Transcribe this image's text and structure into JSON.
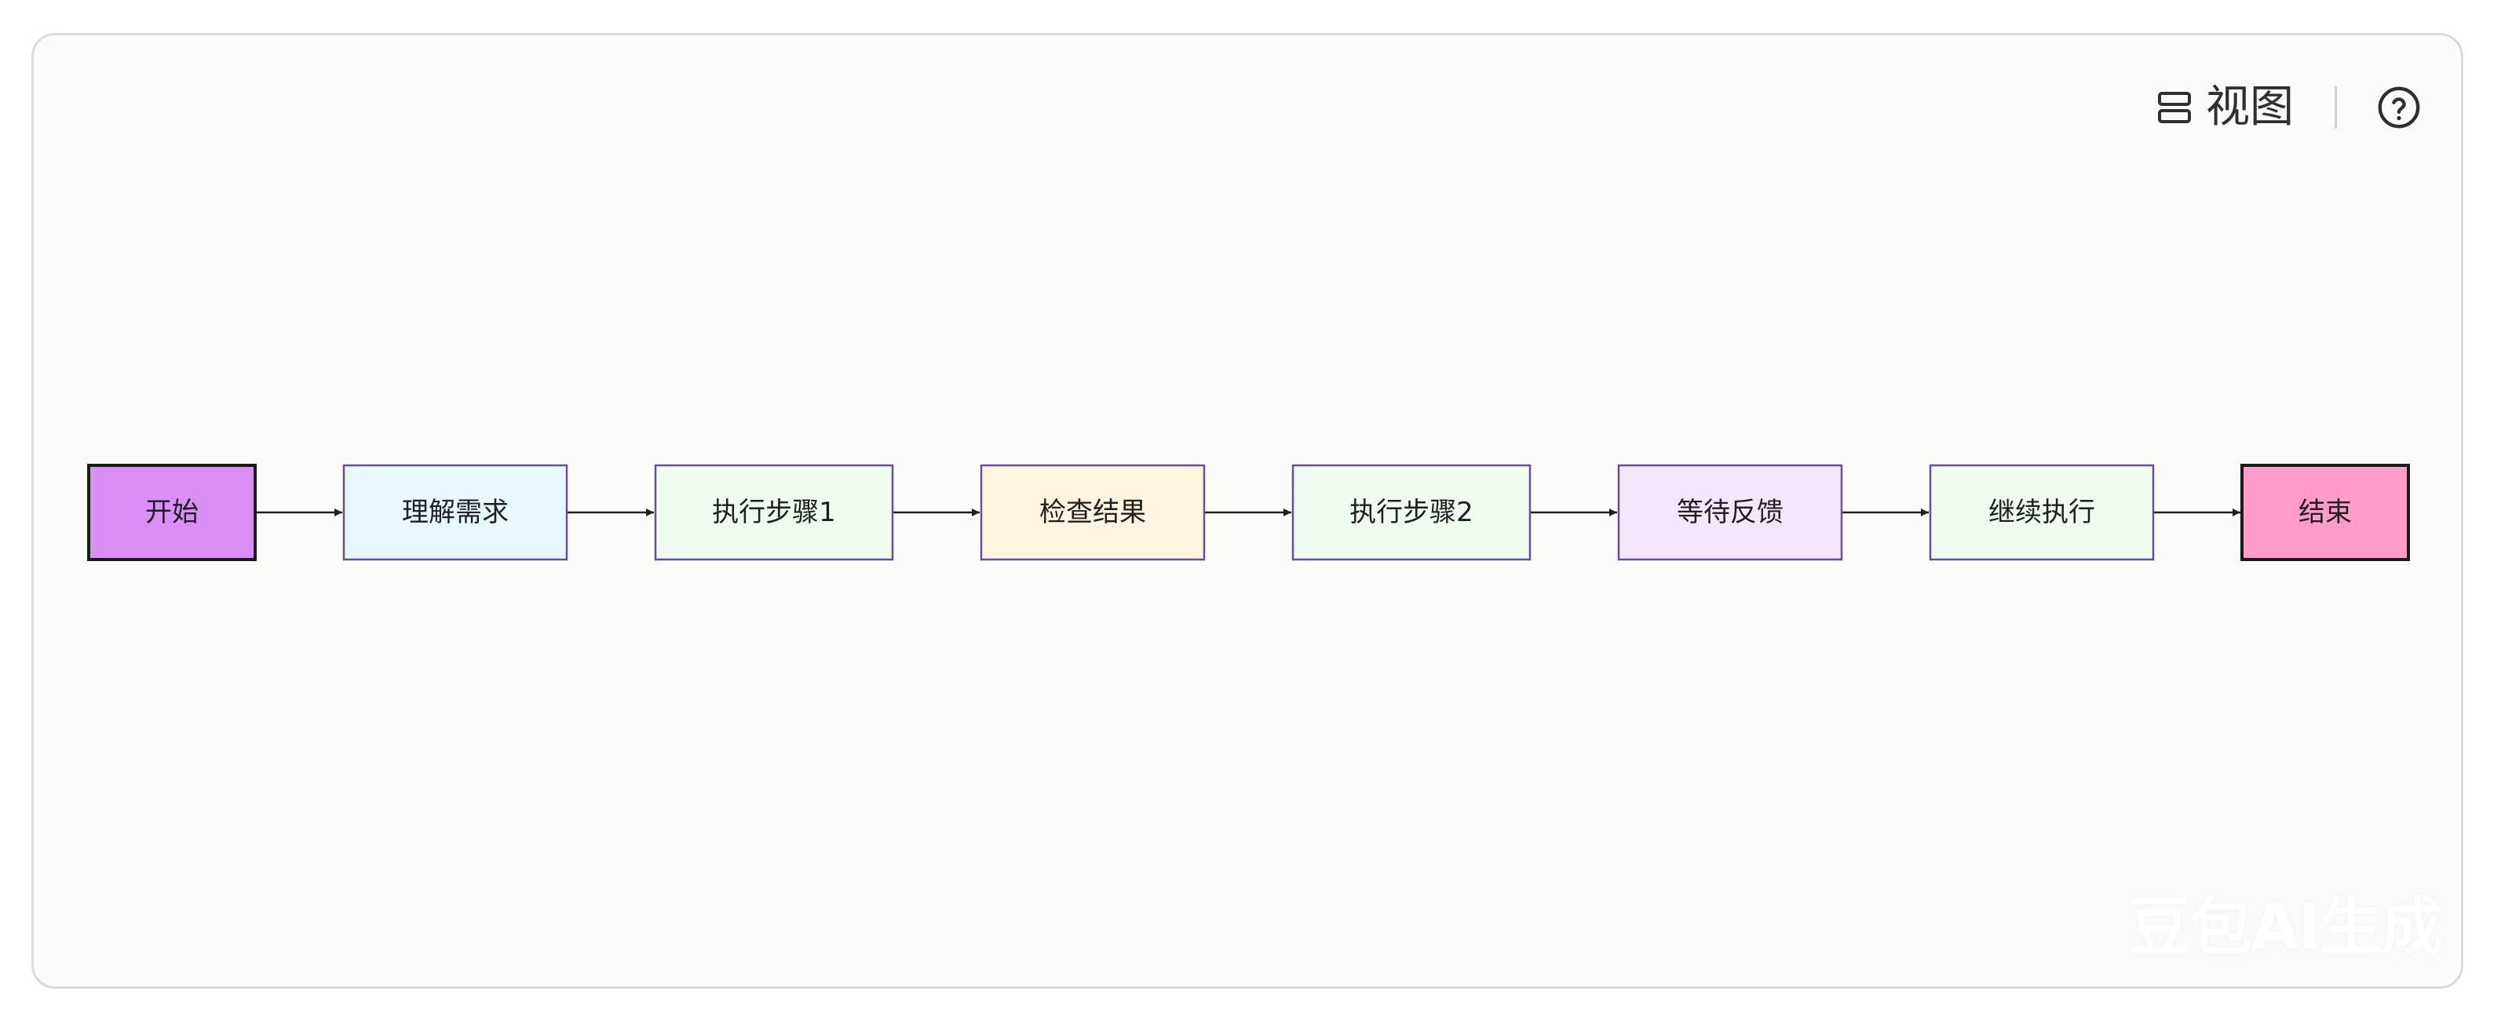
{
  "toolbar": {
    "view_label": "视图",
    "view_icon": "layout-rows-icon",
    "help_icon": "help-circle-icon"
  },
  "flowchart": {
    "direction": "left-to-right",
    "nodes": [
      {
        "id": "start",
        "label": "开始",
        "fill": "#d98ff5",
        "stroke": "#1a1a1a",
        "style": "terminal"
      },
      {
        "id": "understand",
        "label": "理解需求",
        "fill": "#e8f6fd",
        "stroke": "#6b4f96",
        "style": "process"
      },
      {
        "id": "step1",
        "label": "执行步骤1",
        "fill": "#eefbee",
        "stroke": "#6b4f96",
        "style": "process"
      },
      {
        "id": "check",
        "label": "检查结果",
        "fill": "#fff4e0",
        "stroke": "#6b4f96",
        "style": "process"
      },
      {
        "id": "step2",
        "label": "执行步骤2",
        "fill": "#eefbee",
        "stroke": "#6b4f96",
        "style": "process"
      },
      {
        "id": "wait",
        "label": "等待反馈",
        "fill": "#f4e6fb",
        "stroke": "#6b4f96",
        "style": "process"
      },
      {
        "id": "continue",
        "label": "继续执行",
        "fill": "#eefbee",
        "stroke": "#6b4f96",
        "style": "process"
      },
      {
        "id": "end",
        "label": "结束",
        "fill": "#ff9cc9",
        "stroke": "#1a1a1a",
        "style": "terminal"
      }
    ],
    "edges": [
      [
        "start",
        "understand"
      ],
      [
        "understand",
        "step1"
      ],
      [
        "step1",
        "check"
      ],
      [
        "check",
        "step2"
      ],
      [
        "step2",
        "wait"
      ],
      [
        "wait",
        "continue"
      ],
      [
        "continue",
        "end"
      ]
    ],
    "edge_color": "#1f1f1f"
  },
  "watermark": {
    "text": "豆包AI生成"
  }
}
